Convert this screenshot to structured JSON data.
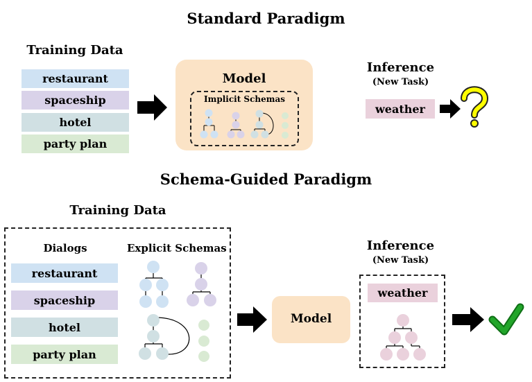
{
  "standard": {
    "title": "Standard Paradigm",
    "training_heading": "Training Data",
    "domains": [
      {
        "label": "restaurant",
        "color": "#cfe2f3"
      },
      {
        "label": "spaceship",
        "color": "#d9d2e9"
      },
      {
        "label": "hotel",
        "color": "#d0e0e3"
      },
      {
        "label": "party plan",
        "color": "#d9ead3"
      }
    ],
    "model_label": "Model",
    "implicit_label": "Implicit Schemas",
    "inference_heading": "Inference",
    "inference_sub": "(New Task)",
    "new_task": "weather",
    "result_icon": "question-mark-icon"
  },
  "schema_guided": {
    "title": "Schema-Guided Paradigm",
    "training_heading": "Training Data",
    "dialogs_heading": "Dialogs",
    "schemas_heading": "Explicit Schemas",
    "domains": [
      {
        "label": "restaurant",
        "color": "#cfe2f3"
      },
      {
        "label": "spaceship",
        "color": "#d9d2e9"
      },
      {
        "label": "hotel",
        "color": "#d0e0e3"
      },
      {
        "label": "party plan",
        "color": "#d9ead3"
      }
    ],
    "model_label": "Model",
    "inference_heading": "Inference",
    "inference_sub": "(New Task)",
    "new_task": "weather",
    "result_icon": "check-mark-icon"
  },
  "colors": {
    "model_fill": "#fbe3c6",
    "weather_fill": "#ead1dc",
    "node_blue": "#cfe2f3",
    "node_purple": "#d9d2e9",
    "node_teal": "#d0e0e3",
    "node_green": "#d9ead3",
    "node_pink": "#ead1dc",
    "check": "#22a52a",
    "question": "#ffff00"
  }
}
